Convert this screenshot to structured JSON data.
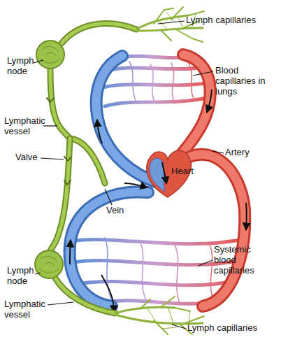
{
  "diagram": {
    "labels": [
      "Lymph capillaries",
      "Lymph node",
      "Blood capillaries in lungs",
      "Lymphatic vessel",
      "Valve",
      "Artery",
      "Heart",
      "Vein",
      "Lymph node",
      "Systemic blood capillaries",
      "Lymphatic vessel",
      "Lymph capillaries"
    ]
  }
}
